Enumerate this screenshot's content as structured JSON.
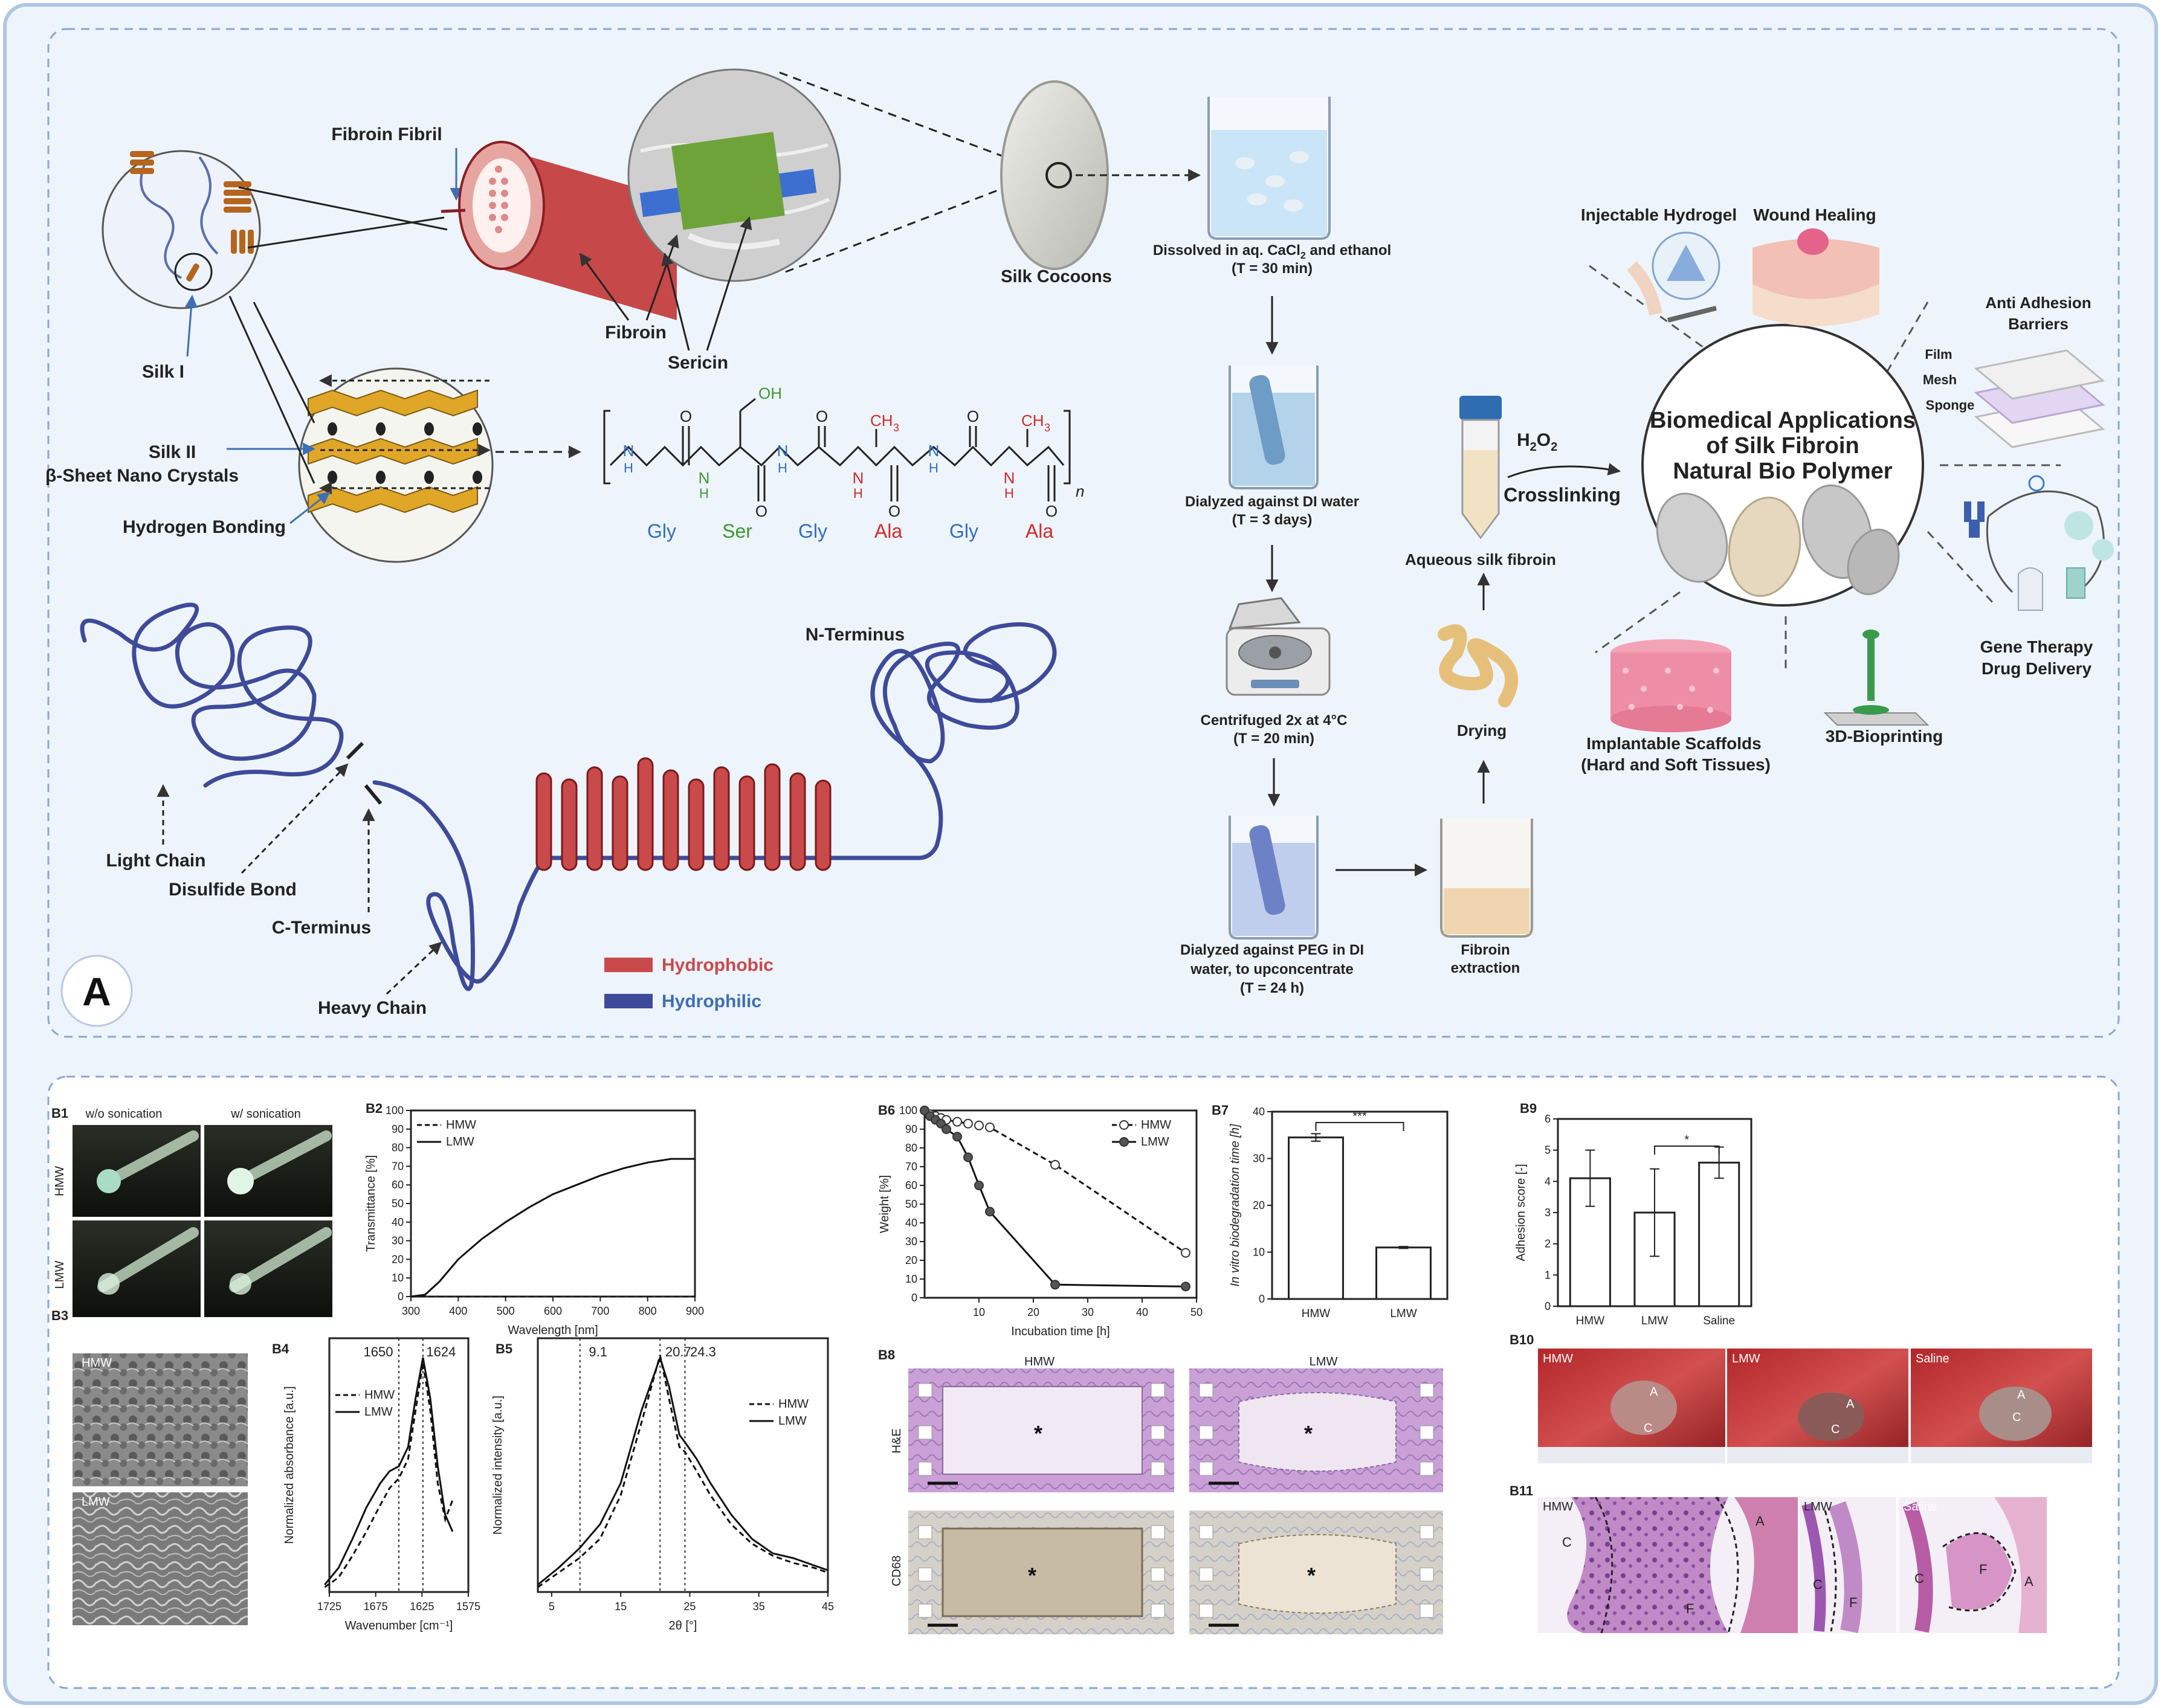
{
  "panel_a": {
    "letter": "A",
    "structure": {
      "fibroin_fibril": "Fibroin Fibril",
      "silk_i": "Silk I",
      "silk_ii_line1": "Silk II",
      "silk_ii_line2": "β-Sheet Nano Crystals",
      "hydrogen_bonding": "Hydrogen Bonding",
      "fibroin": "Fibroin",
      "sericin": "Sericin",
      "silk_cocoons": "Silk Cocoons"
    },
    "chem": {
      "n_label": "n",
      "oh": "OH",
      "ch3": "CH",
      "sub3": "3",
      "nh": "N",
      "h": "H",
      "o": "O",
      "residues": [
        {
          "name": "Gly",
          "color": "#2f6ec4"
        },
        {
          "name": "Ser",
          "color": "#3a9a2e"
        },
        {
          "name": "Gly",
          "color": "#2f6ec4"
        },
        {
          "name": "Ala",
          "color": "#d12a2a"
        },
        {
          "name": "Gly",
          "color": "#2f6ec4"
        },
        {
          "name": "Ala",
          "color": "#d12a2a"
        }
      ]
    },
    "protein": {
      "light_chain": "Light Chain",
      "disulfide_bond": "Disulfide Bond",
      "c_terminus": "C-Terminus",
      "heavy_chain": "Heavy Chain",
      "n_terminus": "N-Terminus",
      "legend_hydrophobic": "Hydrophobic",
      "legend_hydrophilic": "Hydrophilic",
      "hydrophobic_color": "#c94a4a",
      "hydrophilic_color": "#3e4a9a"
    },
    "process": {
      "step1_line1": "Dissolved in aq. CaCl",
      "step1_sub": "2",
      "step1_line1b": " and ethanol",
      "step1_line2": "(T = 30 min)",
      "step2_line1": "Dialyzed against DI water",
      "step2_line2": "(T = 3 days)",
      "step3_line1": "Centrifuged 2x at 4°C",
      "step3_line2": "(T = 20 min)",
      "step4_line1": "Dialyzed against PEG in DI",
      "step4_line2": "water, to upconcentrate",
      "step4_line3": "(T = 24 h)",
      "step5_line1": "Fibroin",
      "step5_line2": "extraction",
      "drying": "Drying",
      "aqueous": "Aqueous silk fibroin",
      "h2o2": "H",
      "h2o2_sub": "2",
      "h2o2_tail": "O",
      "h2o2_sub2": "2",
      "crosslinking": "Crosslinking"
    },
    "applications": {
      "center_line1": "Biomedical Applications",
      "center_line2": "of Silk Fibroin",
      "center_line3": "Natural Bio Polymer",
      "injectable": "Injectable Hydrogel",
      "wound": "Wound Healing",
      "anti_line1": "Anti Adhesion",
      "anti_line2": "Barriers",
      "film": "Film",
      "mesh": "Mesh",
      "sponge": "Sponge",
      "gene_line1": "Gene Therapy",
      "gene_line2": "Drug Delivery",
      "bioprint": "3D-Bioprinting",
      "scaffold_line1": "Implantable Scaffolds",
      "scaffold_line2": "(Hard and Soft Tissues)"
    }
  },
  "panel_b": {
    "b1": {
      "label": "B1",
      "col1": "w/o sonication",
      "col2": "w/ sonication",
      "row1": "HMW",
      "row2": "LMW"
    },
    "b3": {
      "label": "B3",
      "top": "HMW",
      "bottom": "LMW"
    },
    "b8": {
      "label": "B8",
      "col1": "HMW",
      "col2": "LMW",
      "row1": "H&E",
      "row2": "CD68",
      "star": "*"
    },
    "b10": {
      "label": "B10",
      "p1": "HMW",
      "p2": "LMW",
      "p3": "Saline",
      "a": "A",
      "c": "C"
    },
    "b11": {
      "label": "B11",
      "p1": "HMW",
      "p2": "LMW",
      "p3": "Saline",
      "a": "A",
      "c": "C",
      "f": "F"
    }
  },
  "chart_data": [
    {
      "id": "B2",
      "type": "line",
      "label": "B2",
      "xlabel": "Wavelength [nm]",
      "ylabel": "Transmittance [%]",
      "xlim": [
        300,
        900
      ],
      "ylim": [
        0,
        100
      ],
      "xticks": [
        300,
        400,
        500,
        600,
        700,
        800,
        900
      ],
      "yticks": [
        0,
        10,
        20,
        30,
        40,
        50,
        60,
        70,
        80,
        90,
        100
      ],
      "series": [
        {
          "name": "HMW",
          "dash": true,
          "x": [
            300,
            350,
            900
          ],
          "y": [
            0,
            0,
            0
          ]
        },
        {
          "name": "LMW",
          "dash": false,
          "x": [
            300,
            330,
            360,
            400,
            450,
            500,
            550,
            600,
            650,
            700,
            750,
            800,
            850,
            900
          ],
          "y": [
            0,
            1,
            8,
            20,
            31,
            40,
            48,
            55,
            60,
            65,
            69,
            72,
            74,
            74
          ]
        }
      ]
    },
    {
      "id": "B4",
      "type": "line",
      "label": "B4",
      "xlabel": "Wavenumber [cm⁻¹]",
      "ylabel": "Normalized absorbance [a.u.]",
      "xlim": [
        1725,
        1575
      ],
      "ylim": [
        0,
        1.05
      ],
      "xticks": [
        1725,
        1675,
        1625,
        1575
      ],
      "vlines": [
        1650,
        1624
      ],
      "vline_labels": [
        "1650",
        "1624"
      ],
      "series": [
        {
          "name": "HMW",
          "dash": true,
          "x": [
            1730,
            1715,
            1700,
            1685,
            1670,
            1660,
            1650,
            1640,
            1632,
            1624,
            1616,
            1608,
            1600,
            1592
          ],
          "y": [
            0.02,
            0.06,
            0.15,
            0.25,
            0.36,
            0.43,
            0.47,
            0.55,
            0.75,
            0.95,
            0.75,
            0.45,
            0.3,
            0.38
          ]
        },
        {
          "name": "LMW",
          "dash": false,
          "x": [
            1730,
            1715,
            1700,
            1685,
            1670,
            1660,
            1650,
            1640,
            1632,
            1624,
            1616,
            1608,
            1600,
            1592
          ],
          "y": [
            0.03,
            0.1,
            0.22,
            0.35,
            0.45,
            0.5,
            0.52,
            0.6,
            0.8,
            0.97,
            0.8,
            0.52,
            0.32,
            0.25
          ]
        }
      ]
    },
    {
      "id": "B5",
      "type": "line",
      "label": "B5",
      "xlabel": "2θ [°]",
      "ylabel": "Normalized intensity [a.u.]",
      "xlim": [
        3,
        45
      ],
      "ylim": [
        0,
        1.05
      ],
      "xticks": [
        5,
        15,
        25,
        35,
        45
      ],
      "vlines": [
        9.1,
        20.7,
        24.3
      ],
      "vline_labels": [
        "9.1",
        "20.7",
        "24.3"
      ],
      "series": [
        {
          "name": "HMW",
          "dash": true,
          "x": [
            3,
            6,
            9,
            12,
            15,
            18,
            20.7,
            22,
            23.5,
            24.3,
            26,
            28,
            31,
            34,
            37,
            40,
            43,
            45
          ],
          "y": [
            0.02,
            0.08,
            0.14,
            0.22,
            0.4,
            0.7,
            0.98,
            0.8,
            0.6,
            0.58,
            0.5,
            0.4,
            0.28,
            0.2,
            0.15,
            0.12,
            0.1,
            0.08
          ]
        },
        {
          "name": "LMW",
          "dash": false,
          "x": [
            3,
            6,
            9,
            12,
            15,
            18,
            20.7,
            22,
            23.5,
            24.3,
            26,
            28,
            31,
            34,
            37,
            40,
            43,
            45
          ],
          "y": [
            0.03,
            0.1,
            0.18,
            0.28,
            0.45,
            0.75,
            0.97,
            0.85,
            0.65,
            0.62,
            0.55,
            0.45,
            0.32,
            0.22,
            0.16,
            0.14,
            0.11,
            0.09
          ]
        }
      ]
    },
    {
      "id": "B6",
      "type": "line",
      "label": "B6",
      "xlabel": "Incubation time [h]",
      "ylabel": "Weight [%]",
      "xlim": [
        0,
        50
      ],
      "ylim": [
        0,
        100
      ],
      "xticks": [
        10,
        20,
        30,
        40,
        50
      ],
      "yticks": [
        0,
        10,
        20,
        30,
        40,
        50,
        60,
        70,
        80,
        90,
        100
      ],
      "series": [
        {
          "name": "HMW",
          "dash": true,
          "marker": "open",
          "x": [
            0,
            1,
            2,
            3,
            4,
            6,
            8,
            10,
            12,
            24,
            48
          ],
          "y": [
            100,
            98,
            97,
            96,
            95,
            94,
            93,
            92,
            91,
            71,
            24
          ]
        },
        {
          "name": "LMW",
          "dash": false,
          "marker": "filled",
          "x": [
            0,
            1,
            2,
            3,
            4,
            6,
            8,
            10,
            12,
            24,
            48
          ],
          "y": [
            100,
            97,
            95,
            93,
            90,
            86,
            75,
            60,
            46,
            7,
            6
          ]
        }
      ]
    },
    {
      "id": "B7",
      "type": "bar",
      "label": "B7",
      "ylabel": "In vitro biodegradation time [h]",
      "categories": [
        "HMW",
        "LMW"
      ],
      "values": [
        34.5,
        11
      ],
      "errors": [
        0.8,
        0.2
      ],
      "ylim": [
        0,
        40
      ],
      "yticks": [
        0,
        10,
        20,
        30,
        40
      ],
      "significance": "***"
    },
    {
      "id": "B9",
      "type": "bar",
      "label": "B9",
      "ylabel": "Adhesion score [-]",
      "categories": [
        "HMW",
        "LMW",
        "Saline"
      ],
      "values": [
        4.1,
        3.0,
        4.6
      ],
      "errors": [
        0.9,
        1.4,
        0.5
      ],
      "ylim": [
        0,
        6
      ],
      "yticks": [
        0,
        1,
        2,
        3,
        4,
        5,
        6
      ],
      "significance": "*"
    }
  ]
}
